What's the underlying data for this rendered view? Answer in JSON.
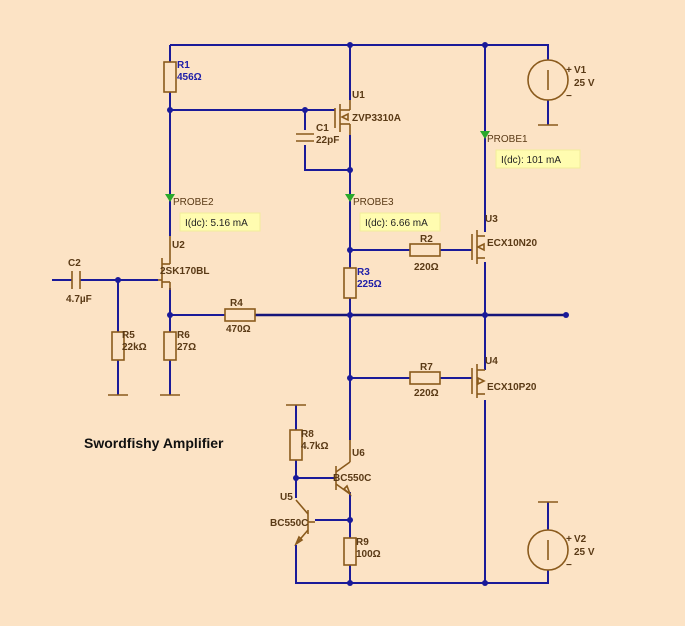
{
  "title": "Swordfishy Amplifier",
  "components": {
    "r1": {
      "name": "R1",
      "value": "456Ω"
    },
    "r2": {
      "name": "R2",
      "value": "220Ω"
    },
    "r3": {
      "name": "R3",
      "value": "225Ω"
    },
    "r4": {
      "name": "R4",
      "value": "470Ω"
    },
    "r5": {
      "name": "R5",
      "value": "22kΩ"
    },
    "r6": {
      "name": "R6",
      "value": "27Ω"
    },
    "r7": {
      "name": "R7",
      "value": "220Ω"
    },
    "r8": {
      "name": "R8",
      "value": "4.7kΩ"
    },
    "r9": {
      "name": "R9",
      "value": "100Ω"
    },
    "c1": {
      "name": "C1",
      "value": "22pF"
    },
    "c2": {
      "name": "C2",
      "value": "4.7µF"
    },
    "u1": {
      "name": "U1",
      "part": "ZVP3310A"
    },
    "u2": {
      "name": "U2",
      "part": "2SK170BL"
    },
    "u3": {
      "name": "U3",
      "part": "ECX10N20"
    },
    "u4": {
      "name": "U4",
      "part": "ECX10P20"
    },
    "u5": {
      "name": "U5",
      "part": "BC550C"
    },
    "u6": {
      "name": "U6",
      "part": "BC550C"
    },
    "v1": {
      "name": "V1",
      "value": "25 V",
      "plus": "+",
      "minus": "−"
    },
    "v2": {
      "name": "V2",
      "value": "25 V",
      "plus": "+",
      "minus": "−"
    }
  },
  "probes": {
    "probe1": {
      "name": "PROBE1",
      "reading": "I(dc): 101 mA"
    },
    "probe2": {
      "name": "PROBE2",
      "reading": "I(dc): 5.16 mA"
    },
    "probe3": {
      "name": "PROBE3",
      "reading": "I(dc): 6.66 mA"
    }
  },
  "colors": {
    "background": "#fce3c5",
    "wire": "#1a1a99",
    "component": "#8a5a1c",
    "probe_marker": "#2aa82a",
    "readout_box": "#fffcb0"
  }
}
